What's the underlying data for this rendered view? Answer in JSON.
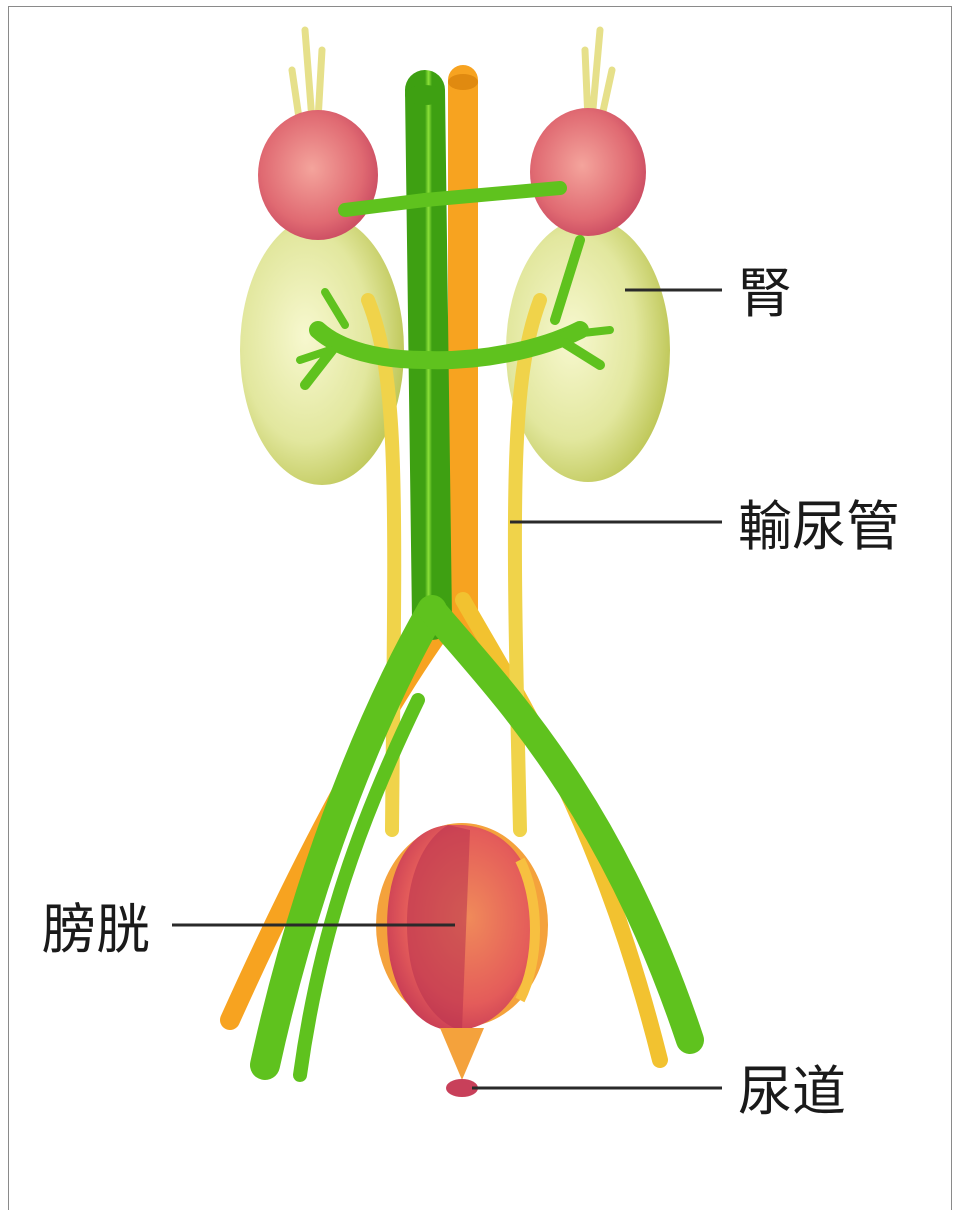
{
  "labels": {
    "kidney": "腎",
    "ureter": "輸尿管",
    "bladder": "膀胱",
    "urethra": "尿道"
  },
  "colors": {
    "kidney": "#dfe59a",
    "adrenal": "#e0607a",
    "vessel_green": "#5fc21e",
    "vessel_orange": "#f7a320",
    "ureter_yellow": "#f0d34a",
    "bladder": "#f4a23c",
    "bladder_inner": "#d8506a",
    "frame": "#8a8a8a"
  }
}
